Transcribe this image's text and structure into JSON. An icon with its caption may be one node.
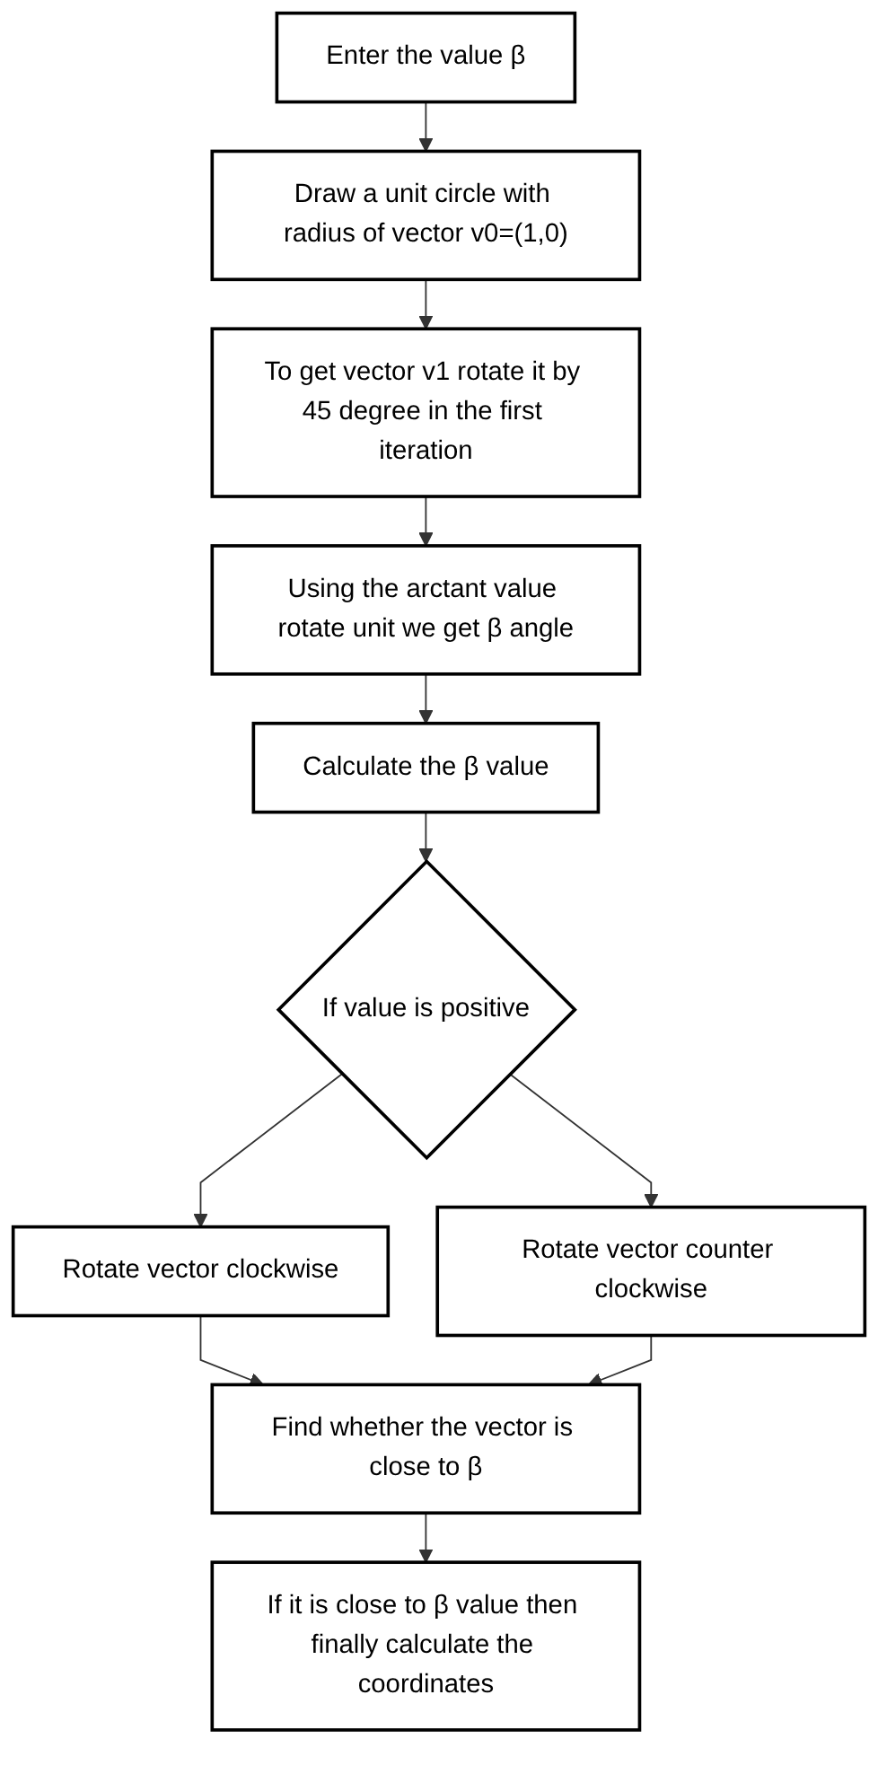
{
  "diagram": {
    "nodes": [
      {
        "text": [
          "Enter the value β"
        ]
      },
      {
        "text": [
          "Draw a unit circle with radius of vector v0=(1,0)"
        ]
      },
      {
        "text": [
          "To get vector v1 rotate it by 45 degree in the first iteration"
        ]
      },
      {
        "text": [
          "Using the arctant value rotate unit we get β angle"
        ]
      },
      {
        "text": [
          "Calculate the β value"
        ]
      },
      {
        "text": [
          "If value is positive"
        ]
      },
      {
        "text": [
          "Rotate vector clockwise"
        ]
      },
      {
        "text": [
          "Rotate vector counter clockwise"
        ]
      },
      {
        "text": [
          "Find whether the vector is close to β"
        ]
      },
      {
        "text": [
          "If it is close to β value then finally calculate the coordinates"
        ]
      }
    ],
    "edges": [
      {
        "from": 0,
        "to": 1,
        "arrow": "to"
      },
      {
        "from": 1,
        "to": 2,
        "arrow": "to"
      },
      {
        "from": 2,
        "to": 3,
        "arrow": "to"
      },
      {
        "from": 3,
        "to": 4,
        "arrow": "to"
      },
      {
        "from": 4,
        "to": 5,
        "arrow": "to"
      },
      {
        "from": 5,
        "to": 6,
        "arrow": "to"
      },
      {
        "from": 5,
        "to": 7,
        "arrow": "to"
      },
      {
        "from": 6,
        "to": 8,
        "arrow": "to"
      },
      {
        "from": 7,
        "to": 8,
        "arrow": "to"
      },
      {
        "from": 8,
        "to": 9,
        "arrow": "to"
      }
    ]
  }
}
